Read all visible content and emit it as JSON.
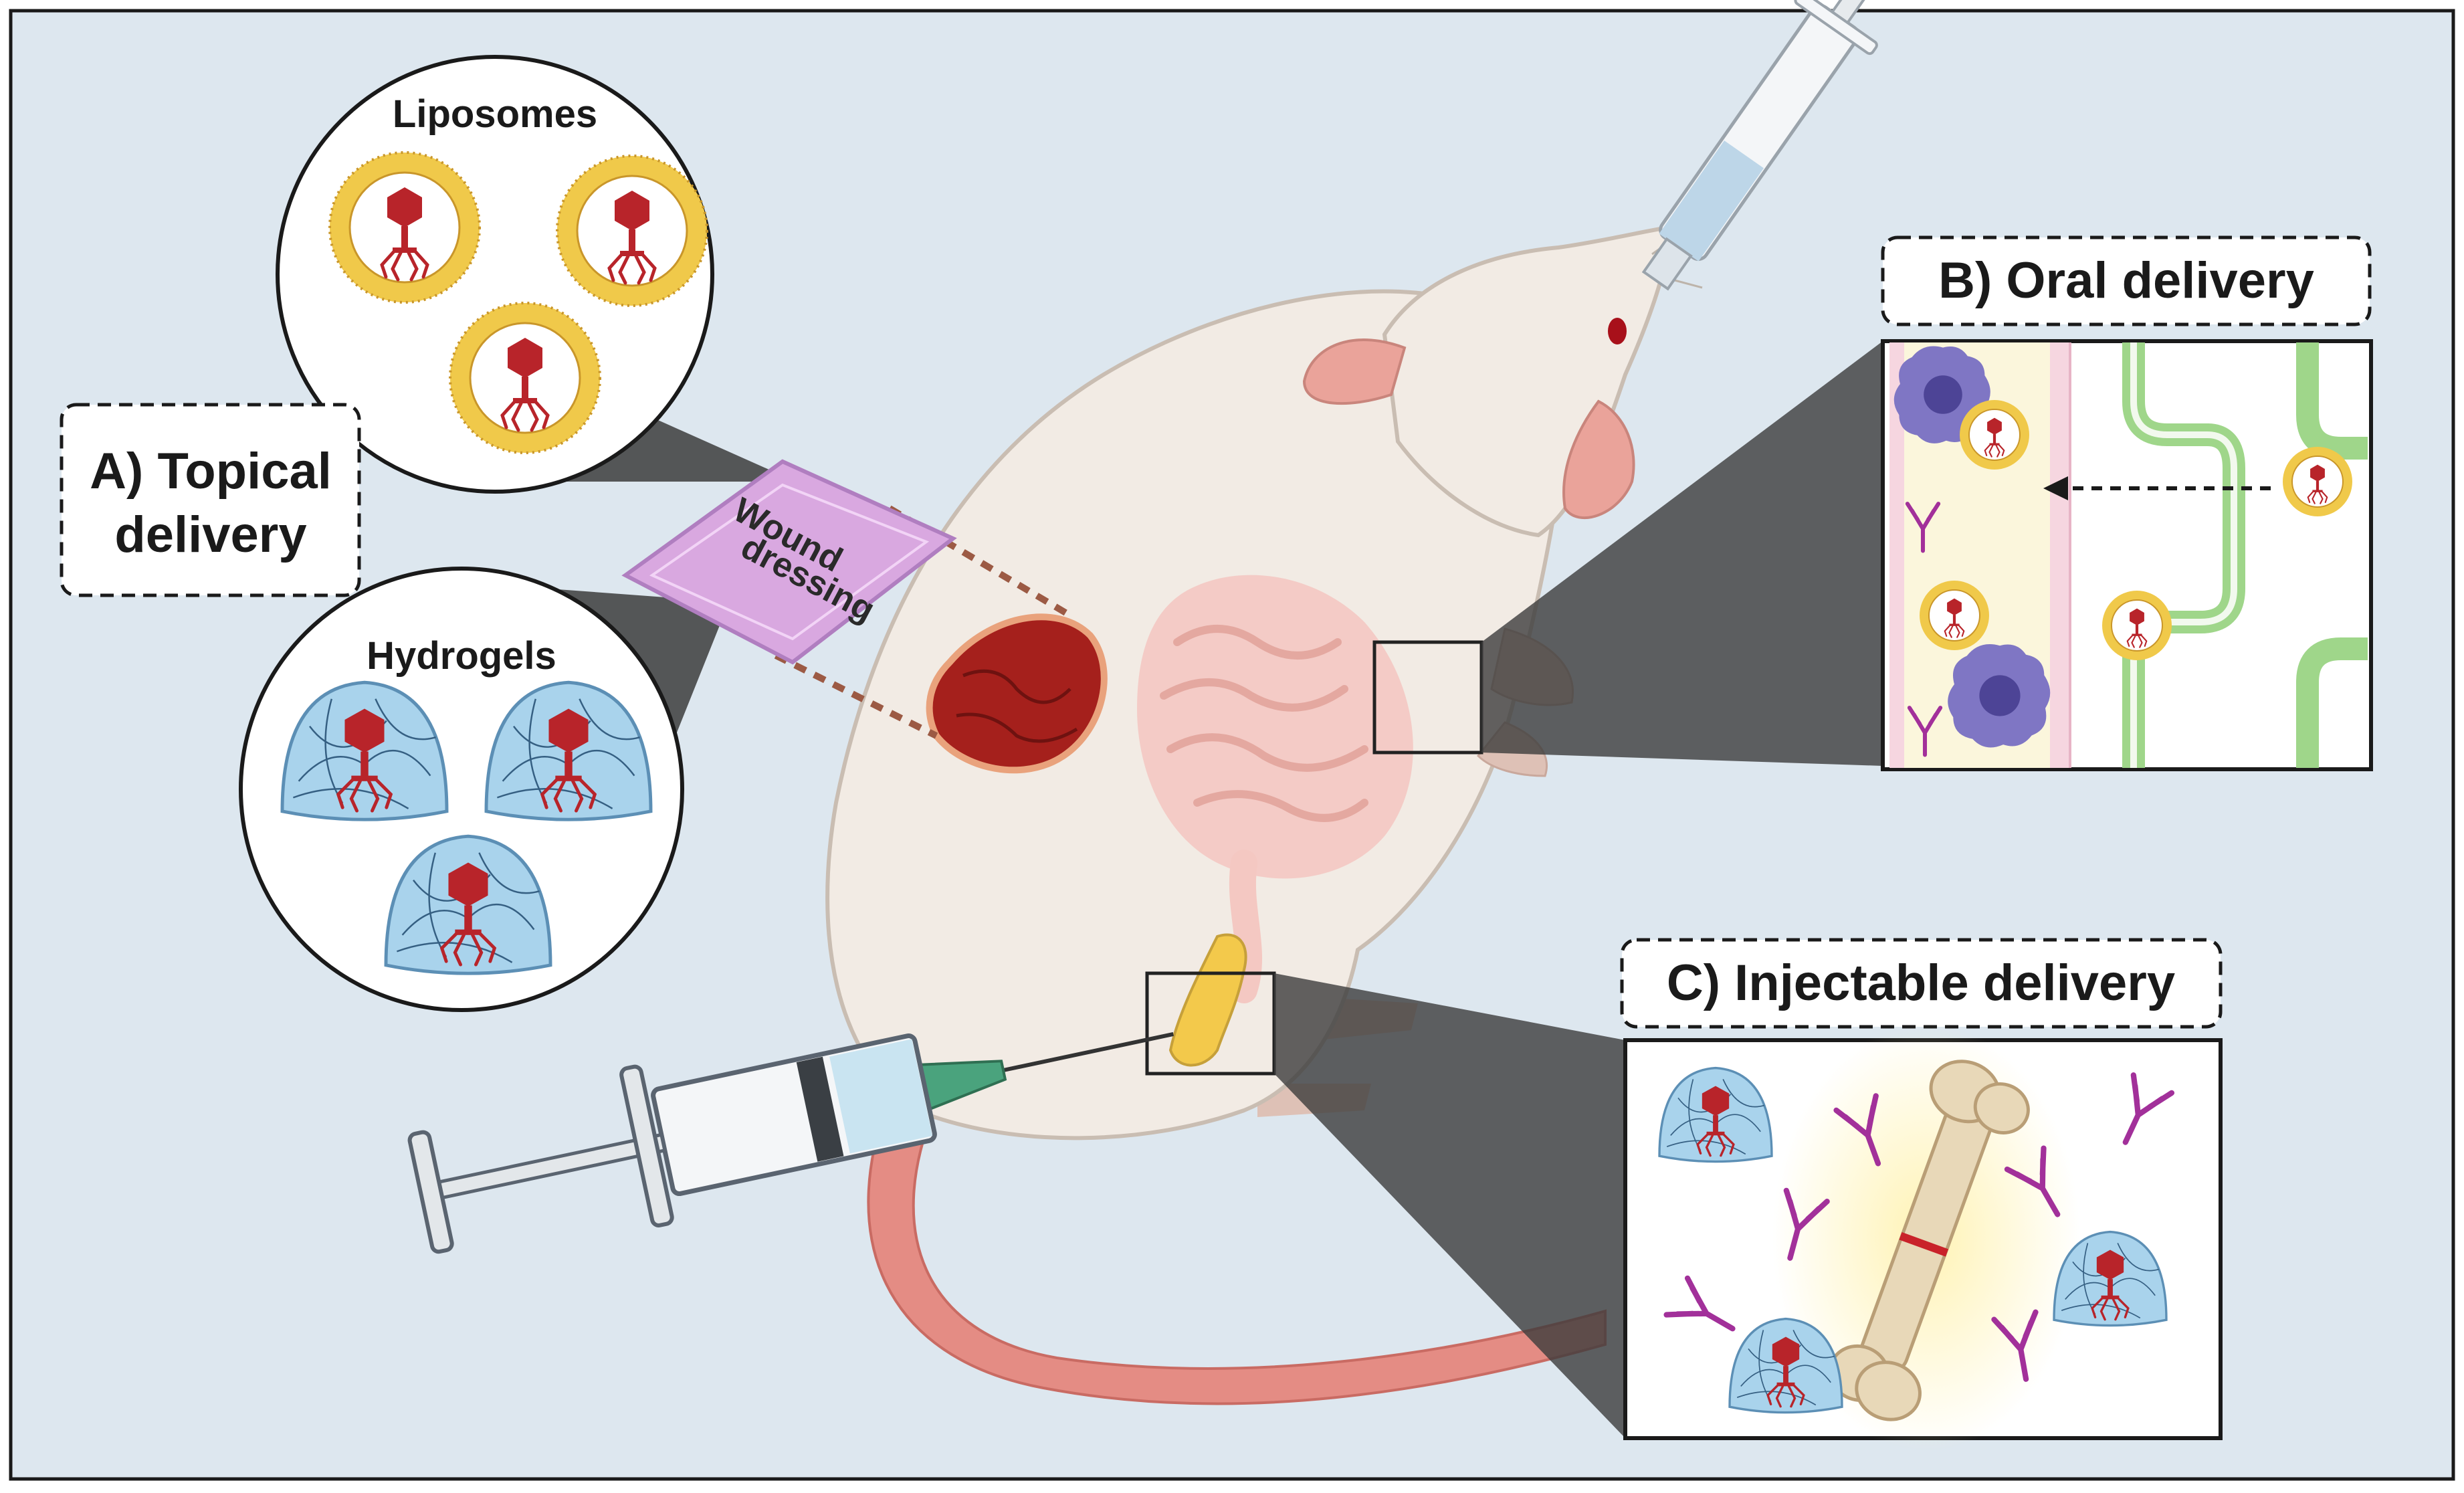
{
  "labels": {
    "topical_line1": "A) Topical",
    "topical_line2": "delivery",
    "oral": "B) Oral delivery",
    "injectable": "C) Injectable delivery",
    "liposomes": "Liposomes",
    "hydrogels": "Hydrogels",
    "wound_line1": "Wound",
    "wound_line2": "dressing"
  },
  "colors": {
    "background": "#dde7ef",
    "frame": "#1a1a1a",
    "rat_body": "#f2ebe4",
    "rat_outline": "#c9bdb2",
    "rat_pink": "#eaa39a",
    "tail": "#e48c84",
    "wound": "#a5201c",
    "dressing": "#d9a8e0",
    "liposome_ring": "#f0c94a",
    "phage": "#b8242a",
    "hydrogel": "#a9d3ec",
    "antibody": "#a2309a",
    "immune_cell": "#6b63b5",
    "villi": "#9fd68a",
    "bone": "#e8d8b8",
    "callout": "#3c3c3c"
  },
  "icons": [
    "syringe-icon",
    "phage-icon",
    "antibody-icon",
    "bone-icon",
    "immune-cell-icon"
  ]
}
